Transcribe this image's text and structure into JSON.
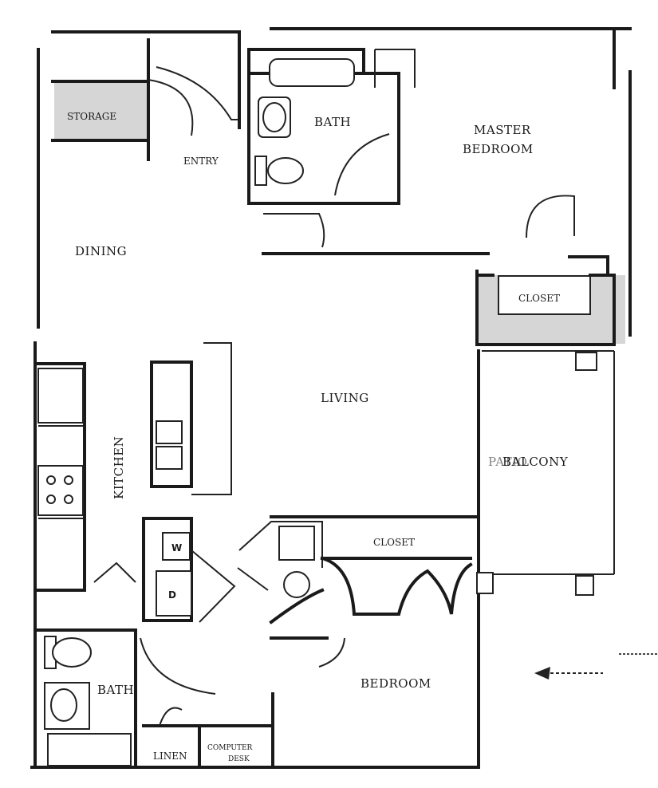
{
  "rooms": {
    "storage": "STORAGE",
    "entry": "ENTRY",
    "bath_master": "BATH",
    "master_bedroom_line1": "MASTER",
    "master_bedroom_line2": "BEDROOM",
    "dining": "DINING",
    "closet_master": "CLOSET",
    "living": "LIVING",
    "kitchen": "KITCHEN",
    "balcony": "BALCONY",
    "patio": "PATIO",
    "closet_bedroom": "CLOSET",
    "washer": "W",
    "dryer": "D",
    "bath_second": "BATH",
    "bedroom": "BEDROOM",
    "linen": "LINEN",
    "computer_desk_line1": "COMPUTER",
    "computer_desk_line2": "DESK"
  }
}
